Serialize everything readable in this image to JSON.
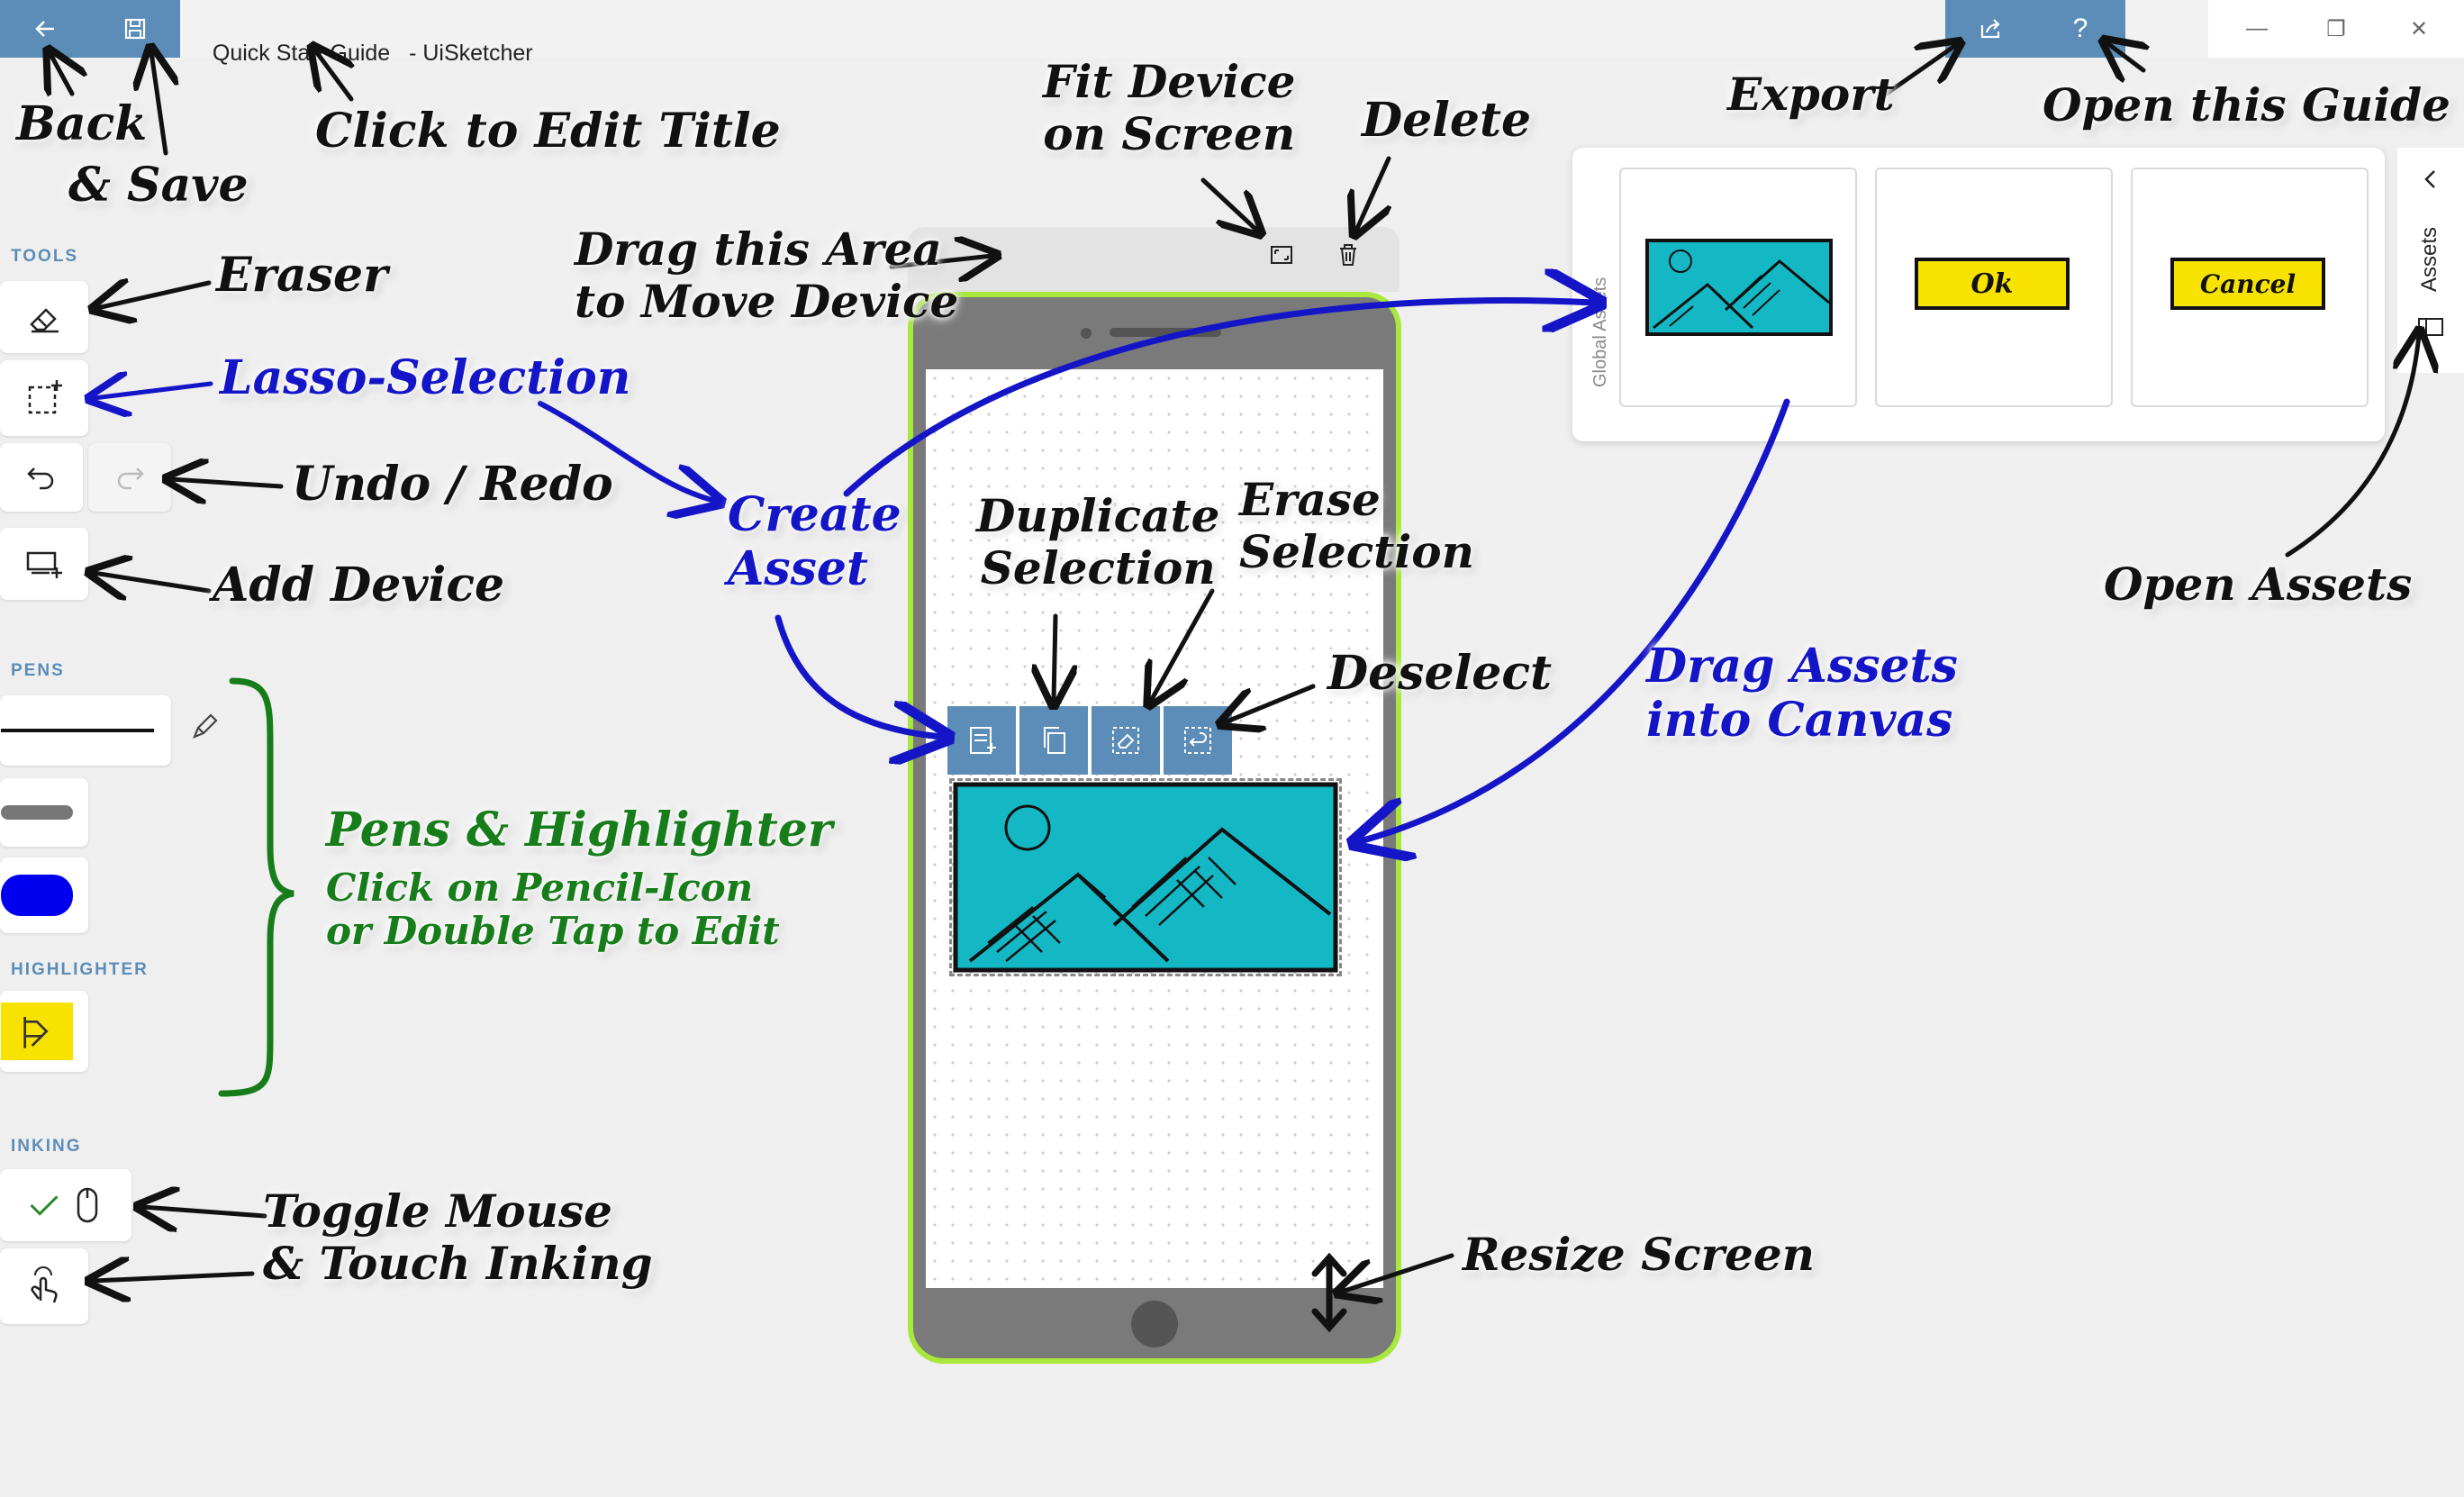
{
  "window": {
    "title": "Quick Start Guide",
    "app_suffix": "- UiSketcher",
    "minimize_glyph": "—",
    "restore_glyph": "❐",
    "close_glyph": "✕"
  },
  "toolbar": {
    "back_icon": "back-arrow-icon",
    "save_icon": "save-icon",
    "export_icon": "share-icon",
    "help_label": "?"
  },
  "sidebar": {
    "tools_label": "TOOLS",
    "pens_label": "PENS",
    "highlighter_label": "HIGHLIGHTER",
    "inking_label": "INKING"
  },
  "assets": {
    "section_label": "Global Assets",
    "tab_label": "Assets",
    "ok_label": "Ok",
    "cancel_label": "Cancel"
  },
  "annotations": {
    "back": "Back",
    "save": "& Save",
    "edit_title": "Click to Edit Title",
    "fit_device": "Fit Device\non Screen",
    "delete": "Delete",
    "export": "Export",
    "open_guide": "Open this Guide",
    "eraser": "Eraser",
    "drag_area": "Drag this Area\nto Move Device",
    "lasso": "Lasso-Selection",
    "undo_redo": "Undo / Redo",
    "create_asset": "Create\nAsset",
    "duplicate": "Duplicate\nSelection",
    "erase_selection": "Erase\nSelection",
    "add_device": "Add Device",
    "deselect": "Deselect",
    "drag_assets": "Drag Assets\ninto Canvas",
    "open_assets": "Open Assets",
    "pens_title": "Pens & Highlighter",
    "pens_sub": "Click on Pencil-Icon\nor Double Tap to Edit",
    "toggle_inking": "Toggle Mouse\n& Touch Inking",
    "resize_screen": "Resize Screen"
  },
  "colors": {
    "accent": "#5b8db8",
    "device_border": "#a8e83a",
    "asset_teal": "#14b8c4",
    "highlighter_yellow": "#f7e200",
    "pen_blue": "#0000ee",
    "note_blue": "#1515c8",
    "note_green": "#177c1a"
  }
}
